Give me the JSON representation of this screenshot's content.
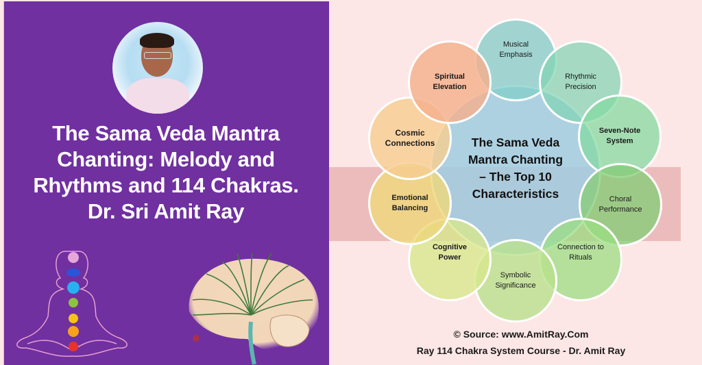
{
  "left_panel": {
    "background_color": "#7030a0",
    "portrait": {
      "icon": "portrait-photo",
      "description": "Dr. Sri Amit Ray portrait"
    },
    "title_lines": [
      "The Sama Veda Mantra",
      "Chanting: Melody and",
      "Rhythms and 114 Chakras.",
      "Dr. Sri Amit Ray"
    ],
    "illustrations": {
      "meditation": "meditating-figure-with-chakras",
      "brain": "brain-cross-section-with-arrows"
    }
  },
  "diagram": {
    "center": {
      "lines": [
        "The Sama Veda",
        "Mantra Chanting",
        "– The Top 10",
        "Characteristics"
      ],
      "color": "#a7cfe0"
    },
    "characteristics": [
      {
        "lines": [
          "Musical",
          "Emphasis"
        ],
        "color": "#8fd3cf",
        "bold": false
      },
      {
        "lines": [
          "Rhythmic",
          "Precision"
        ],
        "color": "#8fd8bf",
        "bold": false
      },
      {
        "lines": [
          "Seven-Note",
          "System"
        ],
        "color": "#92deb0",
        "bold": true
      },
      {
        "lines": [
          "Choral",
          "Performance"
        ],
        "color": "#8ccf86",
        "bold": false
      },
      {
        "lines": [
          "Connection to",
          "Rituals"
        ],
        "color": "#a6e090",
        "bold": false
      },
      {
        "lines": [
          "Symbolic",
          "Significance"
        ],
        "color": "#c0e394",
        "bold": false
      },
      {
        "lines": [
          "Cognitive",
          "Power"
        ],
        "color": "#d8e896",
        "bold": true
      },
      {
        "lines": [
          "Emotional",
          "Balancing"
        ],
        "color": "#efd987",
        "bold": true
      },
      {
        "lines": [
          "Cosmic",
          "Connections"
        ],
        "color": "#f6d09a",
        "bold": true
      },
      {
        "lines": [
          "Spiritual",
          "Elevation"
        ],
        "color": "#f4b896",
        "bold": true
      }
    ],
    "band_color": "#ecbcbc"
  },
  "footer": {
    "source_line": "© Source: www.AmitRay.Com",
    "course_line": "Ray 114 Chakra System Course - Dr. Amit Ray"
  }
}
